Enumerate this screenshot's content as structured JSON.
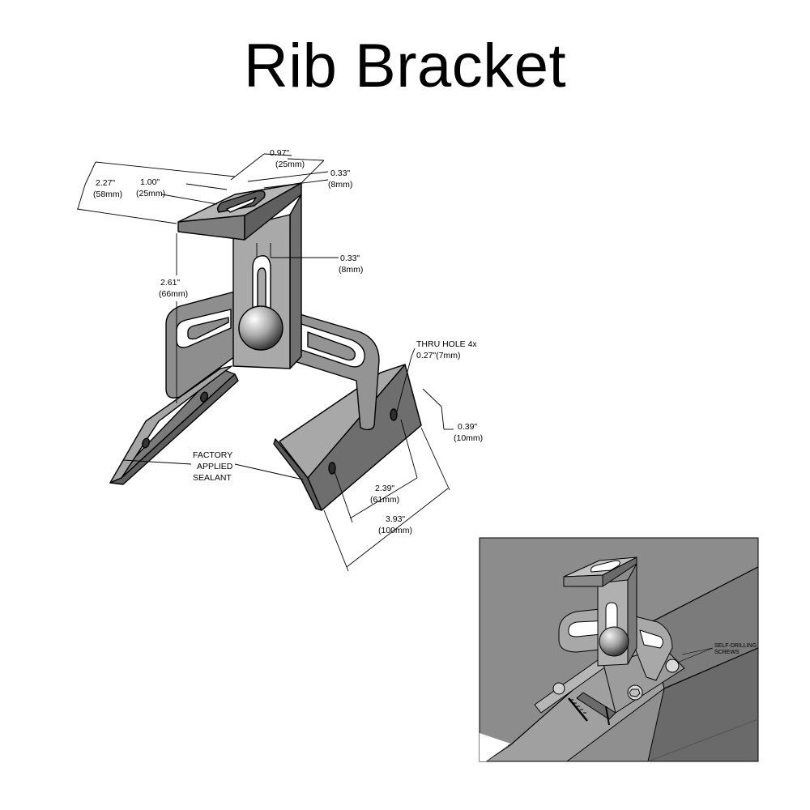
{
  "title": "Rib Bracket",
  "dimensions": {
    "top_width_in": "0.97\"",
    "top_width_mm": "(25mm)",
    "depth_in": "2.27\"",
    "depth_mm": "(58mm)",
    "slot_len_in": "1.00\"",
    "slot_len_mm": "(25mm)",
    "slot_w_top_in": "0.33\"",
    "slot_w_top_mm": "(8mm)",
    "slot_w_vert_in": "0.33\"",
    "slot_w_vert_mm": "(8mm)",
    "height_in": "2.61\"",
    "height_mm": "(66mm)",
    "hole_note_1": "THRU HOLE 4x",
    "hole_note_2": "0.27\"(7mm)",
    "edge_in": "0.39\"",
    "edge_mm": "(10mm)",
    "hole_spacing_in": "2.39\"",
    "hole_spacing_mm": "(61mm)",
    "length_in": "3.93\"",
    "length_mm": "(100mm)"
  },
  "sealant_label": [
    "FACTORY",
    "APPLIED",
    "SEALANT"
  ],
  "inset": {
    "screws_label": [
      "SELF-DRILLING",
      "SCREWS"
    ]
  },
  "colors": {
    "metal": "#9a9a9a",
    "metal_light": "#c4c4c4",
    "metal_dark": "#6e6e6e",
    "roof": "#8f8f8f",
    "roof_dark": "#6a6a6a"
  }
}
